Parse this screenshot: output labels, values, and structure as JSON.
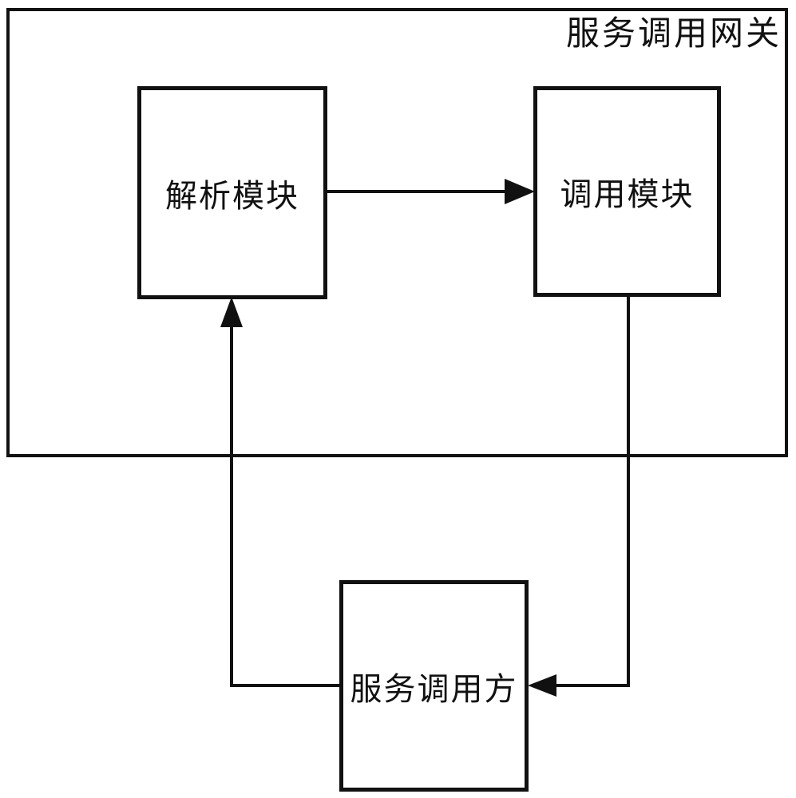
{
  "diagram": {
    "title": "服务调用网关",
    "nodes": [
      {
        "id": "parse-module",
        "label": "解析模块"
      },
      {
        "id": "invoke-module",
        "label": "调用模块"
      },
      {
        "id": "service-caller",
        "label": "服务调用方"
      }
    ],
    "edges": [
      {
        "from": "解析模块",
        "to": "调用模块",
        "direction": "right"
      },
      {
        "from": "服务调用方",
        "to": "解析模块",
        "direction": "left-then-up"
      },
      {
        "from": "调用模块",
        "to": "服务调用方",
        "direction": "down-then-left"
      }
    ],
    "colors": {
      "line": "#111111",
      "background": "#ffffff"
    }
  }
}
